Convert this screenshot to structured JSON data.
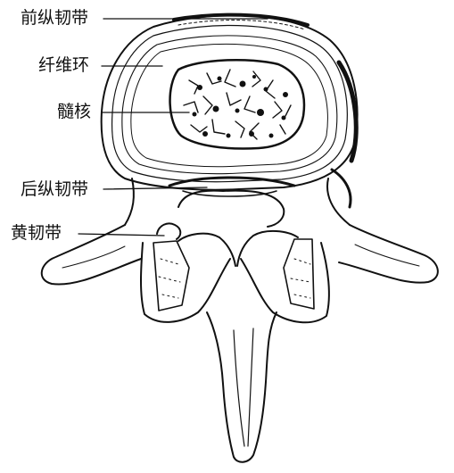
{
  "diagram": {
    "labels": {
      "anterior_longitudinal_ligament": "前纵韧带",
      "annulus_fibrosus": "纤维环",
      "nucleus_pulposus": "髓核",
      "posterior_longitudinal_ligament": "后纵韧带",
      "ligamentum_flavum": "黄韧带"
    },
    "colors": {
      "ink": "#111111",
      "paper": "#ffffff"
    }
  }
}
